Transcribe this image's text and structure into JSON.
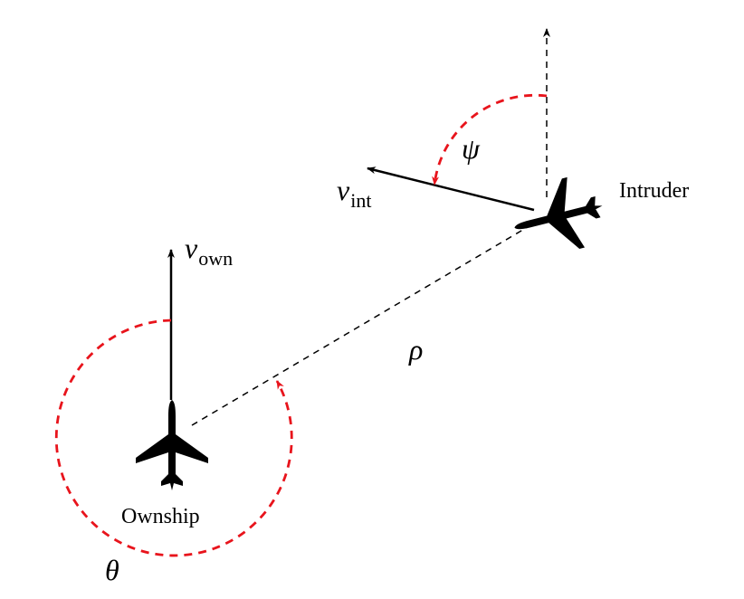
{
  "labels": {
    "ownship": "Ownship",
    "intruder": "Intruder",
    "v_own_symbol": "v",
    "v_own_subscript": "own",
    "v_int_symbol": "v",
    "v_int_subscript": "int",
    "rho": "ρ",
    "psi": "ψ",
    "theta": "θ"
  },
  "colors": {
    "line": "#000000",
    "angle_arc": "#e8141c"
  },
  "icons": {
    "ownship": "airplane-icon",
    "intruder": "airplane-icon"
  }
}
